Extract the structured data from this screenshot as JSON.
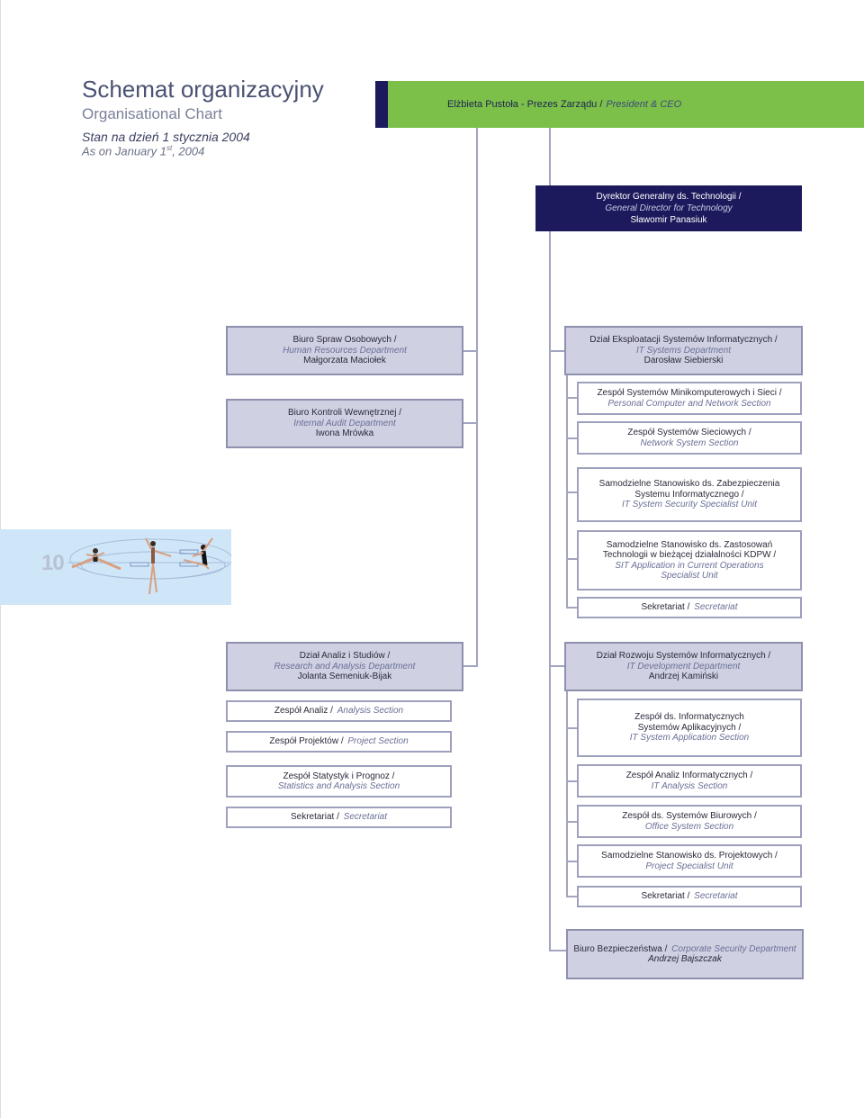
{
  "header": {
    "title_pl": "Schemat organizacyjny",
    "title_en": "Organisational Chart",
    "date_pl": "Stan na dzień 1 stycznia 2004",
    "date_en_prefix": "As on January 1",
    "date_en_sup": "st",
    "date_en_suffix": ", 2004"
  },
  "ceo": {
    "pl": "Elżbieta Pustoła - Prezes Zarządu /",
    "en": "President & CEO"
  },
  "director": {
    "pl": "Dyrektor Generalny ds. Technologii /",
    "en": "General Director for Technology",
    "name": "Sławomir Panasiuk"
  },
  "left": {
    "hr": {
      "pl": "Biuro Spraw Osobowych /",
      "en": "Human Resources Department",
      "name": "Małgorzata Maciołek"
    },
    "audit": {
      "pl": "Biuro Kontroli Wewnętrznej /",
      "en": "Internal Audit Department",
      "name": "Iwona Mrówka"
    },
    "research": {
      "pl": "Dział Analiz i Studiów /",
      "en": "Research and Analysis Department",
      "name": "Jolanta Semeniuk-Bijak"
    },
    "sections": [
      {
        "pl": "Zespół Analiz /",
        "en": "Analysis Section"
      },
      {
        "pl": "Zespół Projektów /",
        "en": "Project Section"
      },
      {
        "pl": "Zespół Statystyk i Prognoz /",
        "en": "Statistics and Analysis Section"
      },
      {
        "pl": "Sekretariat /",
        "en": "Secretariat"
      }
    ]
  },
  "right": {
    "itsystems": {
      "pl": "Dział Eksploatacji Systemów Informatycznych /",
      "en": "IT Systems Department",
      "name": "Darosław Siebierski"
    },
    "itsys_sections": [
      {
        "pl": "Zespół Systemów Minikomputerowych i Sieci /",
        "en": "Personal Computer and Network Section"
      },
      {
        "pl": "Zespół Systemów Sieciowych /",
        "en": "Network System Section"
      },
      {
        "pl1": "Samodzielne Stanowisko ds. Zabezpieczenia",
        "pl2": "Systemu Informatycznego /",
        "en": "IT System Security Specialist Unit"
      },
      {
        "pl1": "Samodzielne Stanowisko ds. Zastosowań",
        "pl2": "Technologii w bieżącej działalności KDPW /",
        "en1": "SIT Application in Current Operations",
        "en2": "Specialist Unit"
      },
      {
        "pl": "Sekretariat /",
        "en": "Secretariat"
      }
    ],
    "itdev": {
      "pl": "Dział Rozwoju Systemów Informatycznych /",
      "en": "IT Development Department",
      "name": "Andrzej Kamiński"
    },
    "itdev_sections": [
      {
        "pl1": "Zespół ds. Informatycznych",
        "pl2": "Systemów Aplikacyjnych /",
        "en": "IT System Application Section"
      },
      {
        "pl": "Zespół Analiz Informatycznych /",
        "en": "IT Analysis Section"
      },
      {
        "pl": "Zespół ds. Systemów Biurowych /",
        "en": "Office System Section"
      },
      {
        "pl": "Samodzielne Stanowisko ds. Projektowych /",
        "en": "Project Specialist Unit"
      },
      {
        "pl": "Sekretariat /",
        "en": "Secretariat"
      }
    ],
    "security": {
      "pl": "Biuro Bezpieczeństwa /",
      "en": "Corporate Security Department",
      "name": "Andrzej Bajszczak"
    }
  },
  "page_number": "10"
}
